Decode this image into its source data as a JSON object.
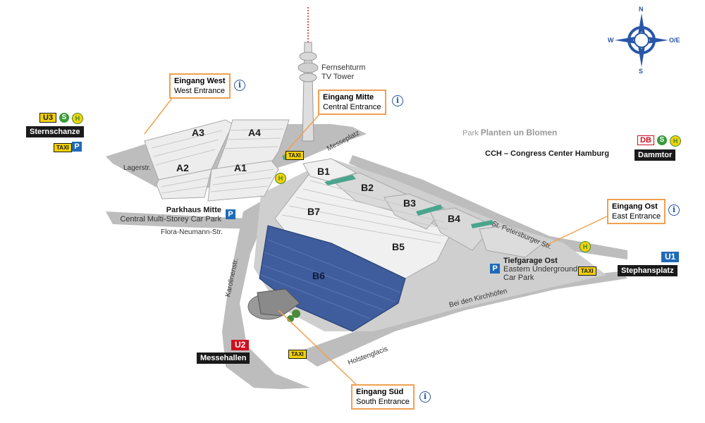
{
  "halls": {
    "a1": "A1",
    "a2": "A2",
    "a3": "A3",
    "a4": "A4",
    "b1": "B1",
    "b2": "B2",
    "b3": "B3",
    "b4": "B4",
    "b5": "B5",
    "b6": "B6",
    "b7": "B7"
  },
  "entrances": {
    "west": {
      "de": "Eingang West",
      "en": "West Entrance"
    },
    "mitte": {
      "de": "Eingang Mitte",
      "en": "Central Entrance"
    },
    "ost": {
      "de": "Eingang Ost",
      "en": "East Entrance"
    },
    "sued": {
      "de": "Eingang Süd",
      "en": "South Entrance"
    },
    "info_glyph": "i"
  },
  "landmarks": {
    "tower_de": "Fernsehturm",
    "tower_en": "TV Tower",
    "park_prefix": "Park",
    "park_name": "Planten un Blomen",
    "cch": "CCH – Congress Center Hamburg"
  },
  "parking": {
    "mitte_de": "Parkhaus Mitte",
    "mitte_en": "Central Multi-Storey Car Park",
    "ost_de": "Tiefgarage Ost",
    "ost_en_1": "Eastern Underground",
    "ost_en_2": "Car Park",
    "p_glyph": "P"
  },
  "streets": {
    "lagerstr": "Lagerstr.",
    "messeplatz": "Messeplatz",
    "flora": "Flora-Neumann-Str.",
    "karolinen": "Karolinenstr.",
    "petersburger": "St. Petersburger Str.",
    "kirchhoefen": "Bei den Kirchhöfen",
    "holstenglacis": "Holstenglacis"
  },
  "stations": {
    "sternschanze": "Sternschanze",
    "dammtor": "Dammtor",
    "stephansplatz": "Stephansplatz",
    "messehallen": "Messehallen",
    "u1": "U1",
    "u2": "U2",
    "u3": "U3",
    "db": "DB",
    "s": "S",
    "h": "H",
    "taxi": "TAXI"
  },
  "compass": {
    "n": "N",
    "s": "S",
    "w": "W",
    "e": "O/E"
  },
  "colors": {
    "road": "#b9b9b9",
    "hall_white": "#f2f2f2",
    "hall_blue": "#3c5a9a",
    "accent_orange": "#f0a050",
    "info_blue": "#2856a8",
    "taxi_yellow": "#f5d100",
    "ubahn_blue": "#1f6ab8",
    "ubahn_red": "#d01020"
  }
}
